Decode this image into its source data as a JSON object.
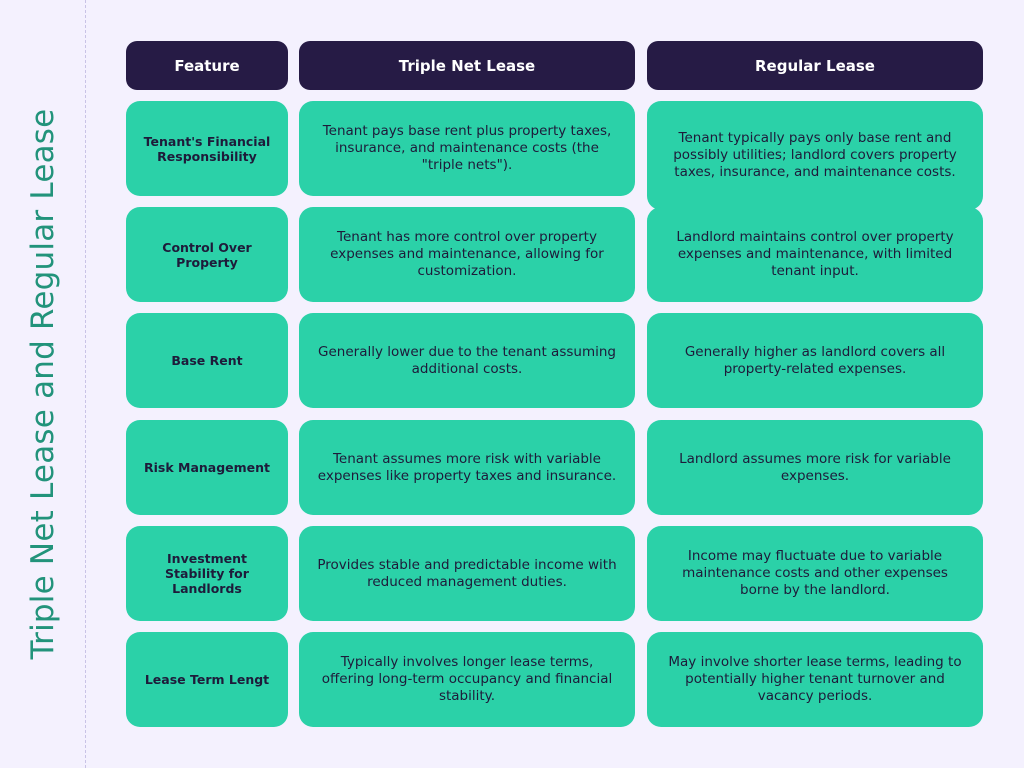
{
  "title": "Triple Net Lease and Regular Lease",
  "headers": {
    "feature": "Feature",
    "triple_net": "Triple Net Lease",
    "regular": "Regular Lease"
  },
  "rows": [
    {
      "feature": "Tenant's Financial Responsibility",
      "triple_net": "Tenant pays base rent plus property taxes, insurance, and maintenance costs (the \"triple nets\").",
      "regular": "Tenant typically pays only base rent and possibly utilities; landlord covers property taxes, insurance, and maintenance costs."
    },
    {
      "feature": "Control Over Property",
      "triple_net": "Tenant has more control over property expenses and maintenance, allowing for customization.",
      "regular": "Landlord maintains control over property expenses and maintenance, with limited tenant input."
    },
    {
      "feature": "Base Rent",
      "triple_net": "Generally lower due to the tenant assuming additional costs.",
      "regular": "Generally higher as landlord covers all property-related expenses."
    },
    {
      "feature": "Risk Management",
      "triple_net": "Tenant assumes more risk with variable expenses like property taxes and insurance.",
      "regular": "Landlord assumes more risk for variable expenses."
    },
    {
      "feature": "Investment Stability for Landlords",
      "triple_net": "Provides stable and predictable income with reduced management duties.",
      "regular": "Income may fluctuate due to variable maintenance costs and other expenses borne by the landlord."
    },
    {
      "feature": "Lease Term Lengt",
      "triple_net": "Typically involves longer lease terms, offering long-term occupancy and financial stability.",
      "regular": "May involve shorter lease terms, leading to potentially higher tenant turnover and vacancy periods."
    }
  ],
  "colors": {
    "background": "#f4f1fe",
    "header_bg": "#261b45",
    "cell_bg": "#2bd1a8",
    "title_color": "#22937b"
  }
}
